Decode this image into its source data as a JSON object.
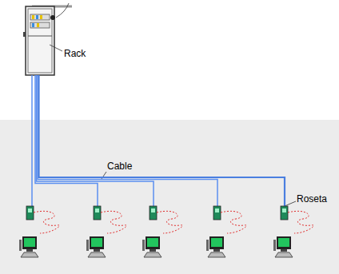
{
  "diagram": {
    "labels": [
      "Rack",
      "Cable",
      "Roseta"
    ]
  }
}
